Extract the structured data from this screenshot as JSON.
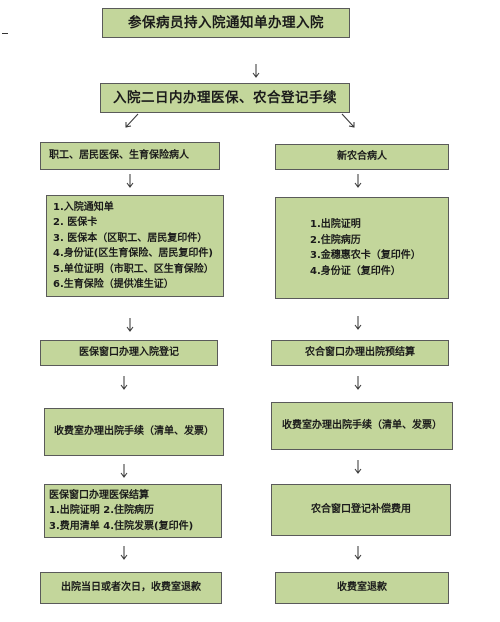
{
  "flow": {
    "title": "参保病员持入院通知单办理入院",
    "admission": "入院二日内办理医保、农合登记手续",
    "left": {
      "header": "职工、居民医保、生育保险病人",
      "documents": [
        "1.入院通知单",
        "2. 医保卡",
        "3. 医保本（区职工、居民复印件）",
        "4.身份证(区生育保险、居民复印件)",
        "5.单位证明（市职工、区生育保险）",
        "6.生育保险（提供准生证）"
      ],
      "register": "医保窗口办理入院登记",
      "discharge": "收费室办理出院手续（清单、发票）",
      "settlement_title": "医保窗口办理医保结算",
      "settlement_items": [
        "1.出院证明 2.住院病历",
        "3.费用清单 4.住院发票(复印件)"
      ],
      "refund": "出院当日或者次日，收费室退款"
    },
    "right": {
      "header": "新农合病人",
      "documents": [
        "1.出院证明",
        "2.住院病历",
        "3.金穗惠农卡（复印件）",
        "4.身份证（复印件）"
      ],
      "register": "农合窗口办理出院预结算",
      "discharge": "收费室办理出院手续（清单、发票）",
      "settlement": "农合窗口登记补偿费用",
      "refund": "收费室退款"
    }
  },
  "colors": {
    "box_fill": "#c3d69b",
    "box_border": "#5a5a5a",
    "arrow": "#333333"
  }
}
